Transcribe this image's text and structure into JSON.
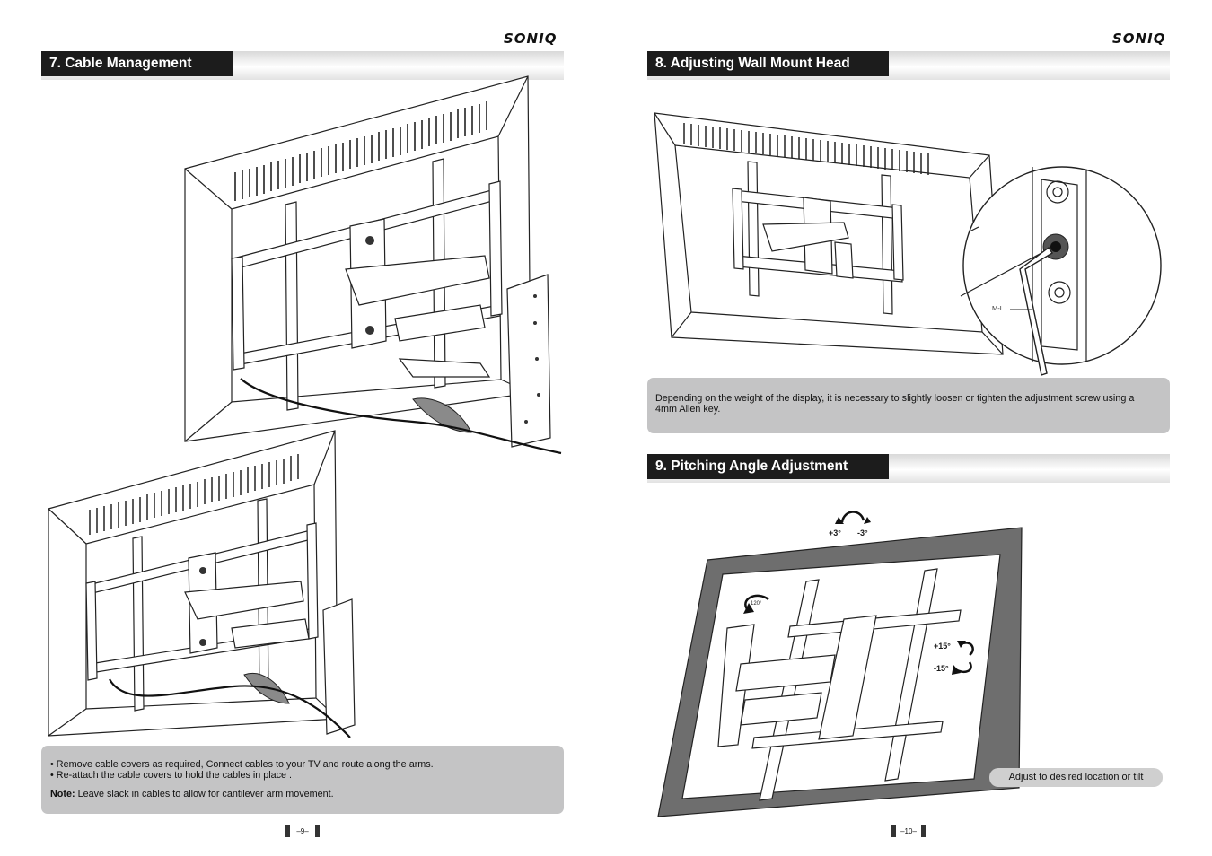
{
  "left_page": {
    "logo": "SONIQ",
    "section_title": "7. Cable Management",
    "instructions": [
      "• Remove cable covers as required, Connect cables to your TV and route along the arms.",
      "• Re-attach the cable covers to hold the cables in place ."
    ],
    "note_label": "Note:",
    "note_text": " Leave slack in cables to allow for cantilever arm movement.",
    "page_number": "–9–"
  },
  "right_page": {
    "logo": "SONIQ",
    "section8_title": "8. Adjusting Wall Mount Head",
    "section8_text": "Depending on the weight of the display, it is necessary to slightly loosen or tighten the adjustment screw using a 4mm Allen key.",
    "section8_callout": "M-L",
    "section9_title": "9. Pitching Angle Adjustment",
    "tilt_plus": "+3°",
    "tilt_minus": "-3°",
    "swivel": "120°",
    "pitch_plus": "+15°",
    "pitch_minus": "-15°",
    "hint": "Adjust to desired location or tilt",
    "page_number": "–10–"
  }
}
